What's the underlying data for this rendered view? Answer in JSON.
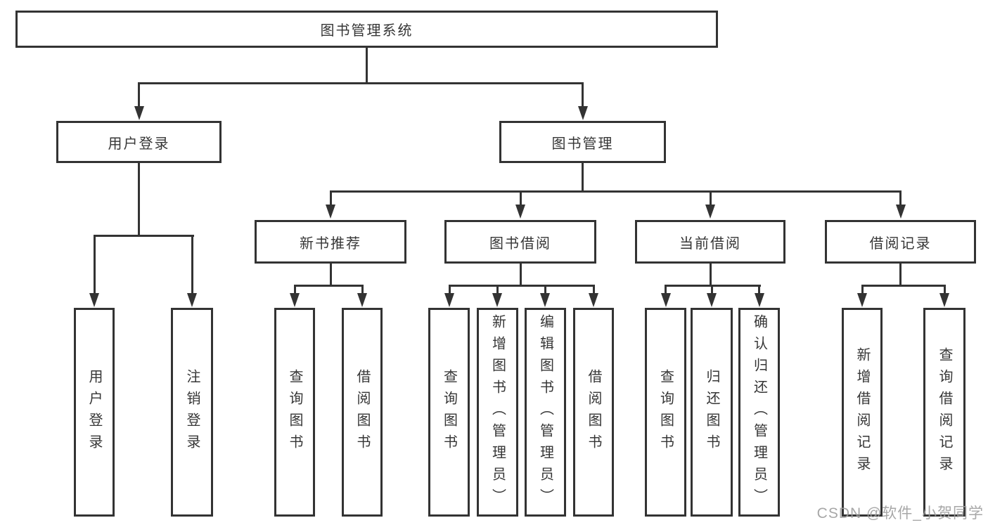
{
  "tree": {
    "root": {
      "label": "图书管理系统",
      "children": [
        {
          "label": "用户登录",
          "children": [
            {
              "label": "用户登录"
            },
            {
              "label": "注销登录"
            }
          ]
        },
        {
          "label": "图书管理",
          "children": [
            {
              "label": "新书推荐",
              "children": [
                {
                  "label": "查询图书"
                },
                {
                  "label": "借阅图书"
                }
              ]
            },
            {
              "label": "图书借阅",
              "children": [
                {
                  "label": "查询图书"
                },
                {
                  "label": "新增图书（管理员）"
                },
                {
                  "label": "编辑图书（管理员）"
                },
                {
                  "label": "借阅图书"
                }
              ]
            },
            {
              "label": "当前借阅",
              "children": [
                {
                  "label": "查询图书"
                },
                {
                  "label": "归还图书"
                },
                {
                  "label": "确认归还（管理员）"
                }
              ]
            },
            {
              "label": "借阅记录",
              "children": [
                {
                  "label": "新增借阅记录"
                },
                {
                  "label": "查询借阅记录"
                }
              ]
            }
          ]
        }
      ]
    }
  },
  "watermark": "CSDN @软件_小贺同学",
  "colors": {
    "box_border": "#333333",
    "line": "#333333",
    "text": "#363636",
    "watermark": "#9e9e9e",
    "bg": "#ffffff"
  }
}
